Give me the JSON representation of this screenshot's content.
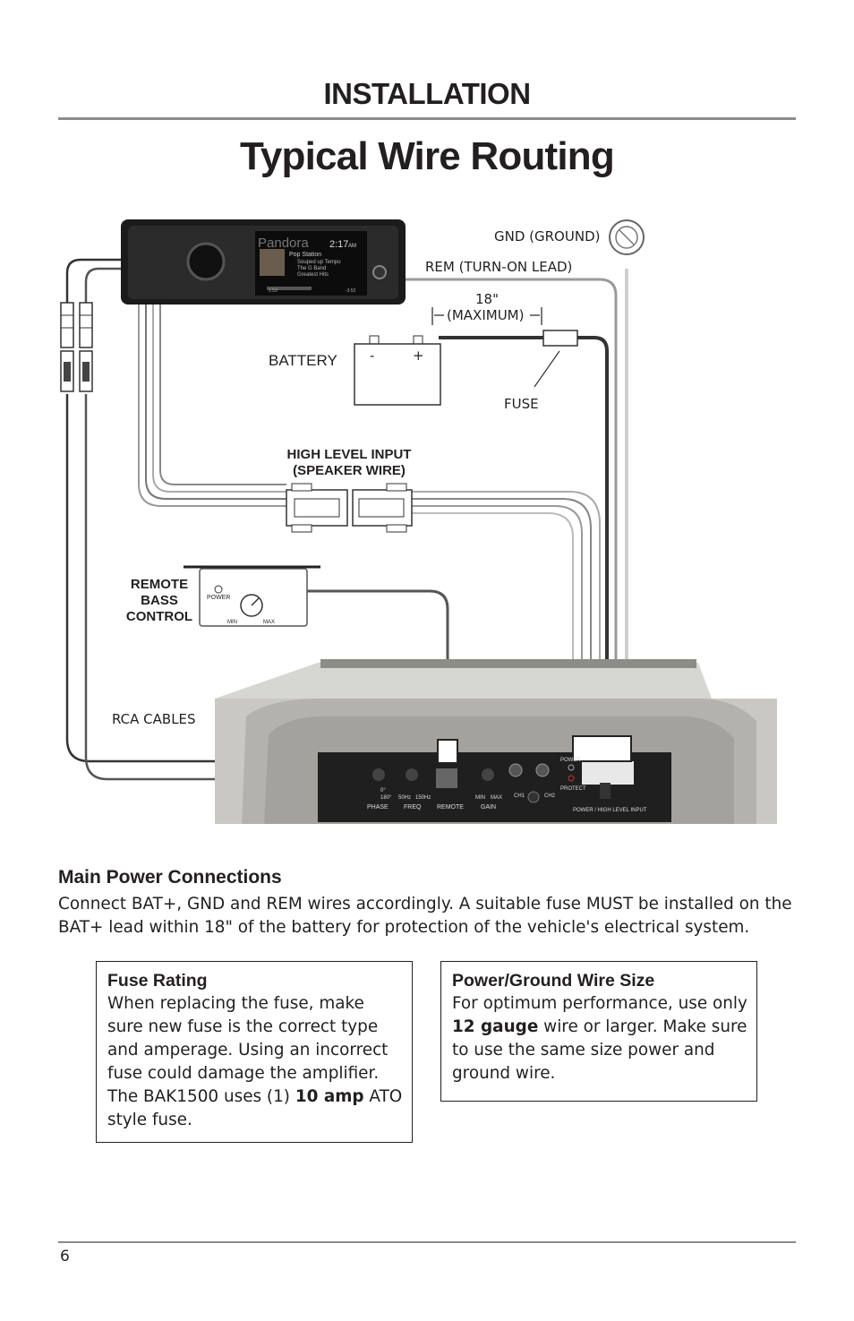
{
  "header": {
    "section": "INSTALLATION",
    "title": "Typical Wire Routing"
  },
  "diagram": {
    "gnd": "GND (GROUND)",
    "rem": "REM (TURN-ON LEAD)",
    "max_length_value": "18\"",
    "max_length_label": "(MAXIMUM)",
    "battery": "BATTERY",
    "battery_minus": "-",
    "battery_plus": "+",
    "fuse": "FUSE",
    "high_level_line1": "HIGH LEVEL INPUT",
    "high_level_line2": "(SPEAKER WIRE)",
    "remote_line1": "REMOTE",
    "remote_line2": "BASS",
    "remote_line3": "CONTROL",
    "remote_power": "POWER",
    "remote_min": "MIN",
    "remote_max": "MAX",
    "rca": "RCA CABLES",
    "radio": {
      "app": "Pandora",
      "time": "2:17",
      "ampm": "AM",
      "station": "Pop Station",
      "track1": "Souped up Tempo",
      "track2": "The G Band",
      "track3": "Greatest Hits",
      "elapsed": "1:53",
      "remaining": "-3:52"
    },
    "amp_panel": {
      "phase": "PHASE",
      "phase_0": "0°",
      "phase_180": "180°",
      "freq": "FREQ",
      "freq_50": "50Hz",
      "freq_150": "150Hz",
      "remote": "REMOTE",
      "gain": "GAIN",
      "gain_min": "MIN",
      "gain_max": "MAX",
      "ch1": "CH1",
      "ch2": "CH2",
      "power": "POWER",
      "protect": "PROTECT",
      "power_input": "POWER / HIGH LEVEL INPUT"
    }
  },
  "main_power": {
    "heading": "Main Power Connections",
    "text": "Connect BAT+, GND and REM wires accordingly. A suitable fuse MUST be installed on the BAT+ lead within 18\" of the battery for protection of the vehicle's electrical system."
  },
  "fuse_rating": {
    "heading": "Fuse Rating",
    "text_before": "When replacing the fuse, make sure new fuse is the correct type and amperage. Using an incorrect fuse could damage the amplifier. The BAK1500 uses (1) ",
    "emphasis": "10 amp",
    "text_after": " ATO style fuse."
  },
  "wire_size": {
    "heading": "Power/Ground Wire Size",
    "text_before": "For optimum performance, use only ",
    "emphasis": "12 gauge",
    "text_after": " wire or larger. Make sure to use the same size power and ground wire."
  },
  "footer": {
    "page_number": "6"
  }
}
